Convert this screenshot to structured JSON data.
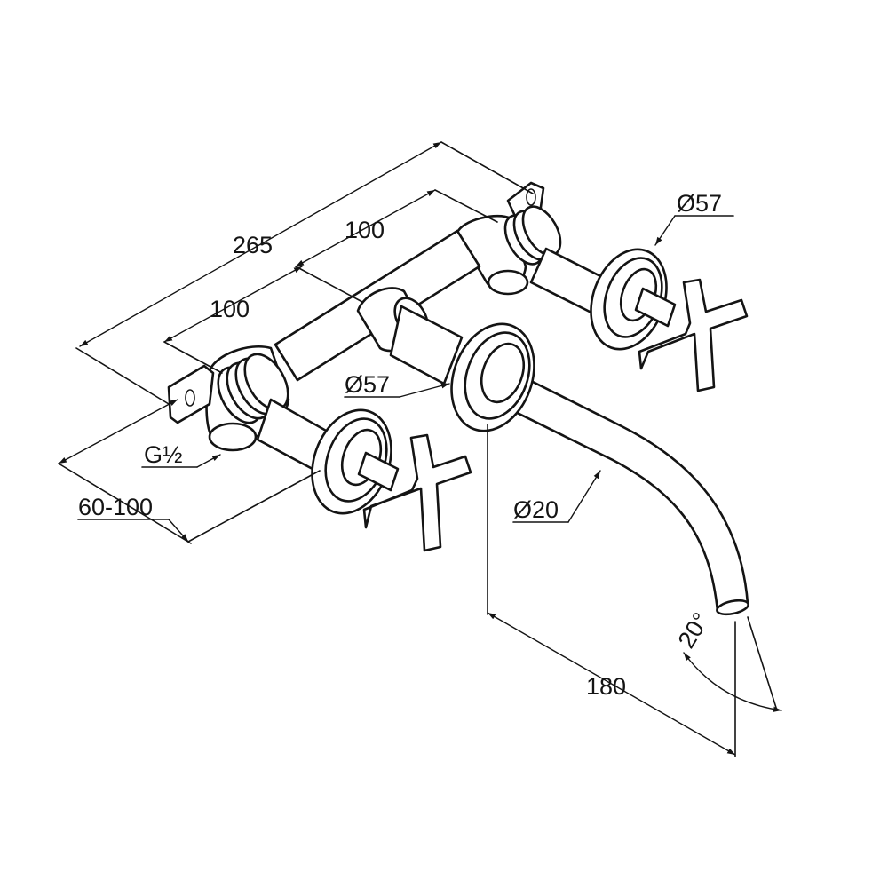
{
  "drawing": {
    "stroke_color": "#141414",
    "background_color": "#ffffff"
  },
  "dimensions": {
    "overall_width": "265",
    "spacing_back": "100",
    "spacing_front": "100",
    "rosette_right_diameter": "Ø57",
    "rosette_spout_diameter": "Ø57",
    "connection_thread": "G½",
    "wall_depth": "60-100",
    "spout_diameter": "Ø20",
    "spout_projection": "180",
    "spout_angle": "20°"
  }
}
